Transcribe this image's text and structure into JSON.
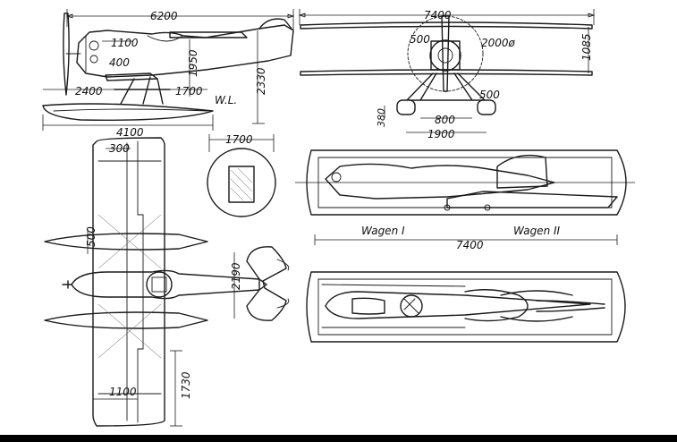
{
  "side_view": {
    "overall_length": "6200",
    "d1": "1100",
    "d2": "400",
    "d3": "1950",
    "d4": "2400",
    "d5": "1700",
    "d6": "2330",
    "waterline": "W.L.",
    "float_length": "4100"
  },
  "front_view": {
    "span": "7400",
    "prop_dim": "500",
    "prop_diameter": "2000ø",
    "gap": "1085",
    "float_dim": "500",
    "float_height": "380",
    "track_inner": "800",
    "track_outer": "1900"
  },
  "section_view": {
    "width": "1700"
  },
  "top_view": {
    "d1": "300",
    "d2": "500",
    "d3": "2190",
    "d4": "1100",
    "d5": "1730"
  },
  "transport_view": {
    "wagon1": "Wagen I",
    "wagon2": "Wagen II",
    "length": "7400"
  }
}
